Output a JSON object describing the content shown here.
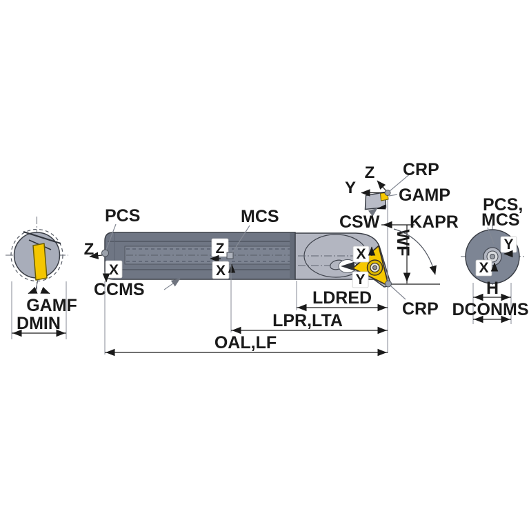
{
  "diagram": {
    "description": "Technical dimension diagram of an indexable boring bar / internal turning tool with three views (front end view, side view, shank end view) and an insert corner detail",
    "colors": {
      "background": "#ffffff",
      "bar_body": "#6f7684",
      "bar_slot": "#7d8492",
      "head_body": "#b3b6c1",
      "insert_yellow": "#f6c800",
      "left_view_fill": "#a8adba",
      "shank_view_fill": "#7d8594",
      "outline": "#3a3e46",
      "text": "#1a1a1a"
    },
    "labels": {
      "pcs": "PCS",
      "mcs": "MCS",
      "ccms": "CCMS",
      "csw": "CSW",
      "crp": "CRP",
      "gamp": "GAMP",
      "kapr": "KAPR",
      "wf": "WF",
      "gamf": "GAMF",
      "dmin": "DMIN",
      "ldred": "LDRED",
      "lpr_lta": "LPR,LTA",
      "oal_lf": "OAL,LF",
      "pcs_mcs_line1": "PCS,",
      "pcs_mcs_line2": "MCS",
      "h": "H",
      "dconms": "DCONMS",
      "x": "X",
      "y": "Y",
      "z": "Z"
    }
  }
}
